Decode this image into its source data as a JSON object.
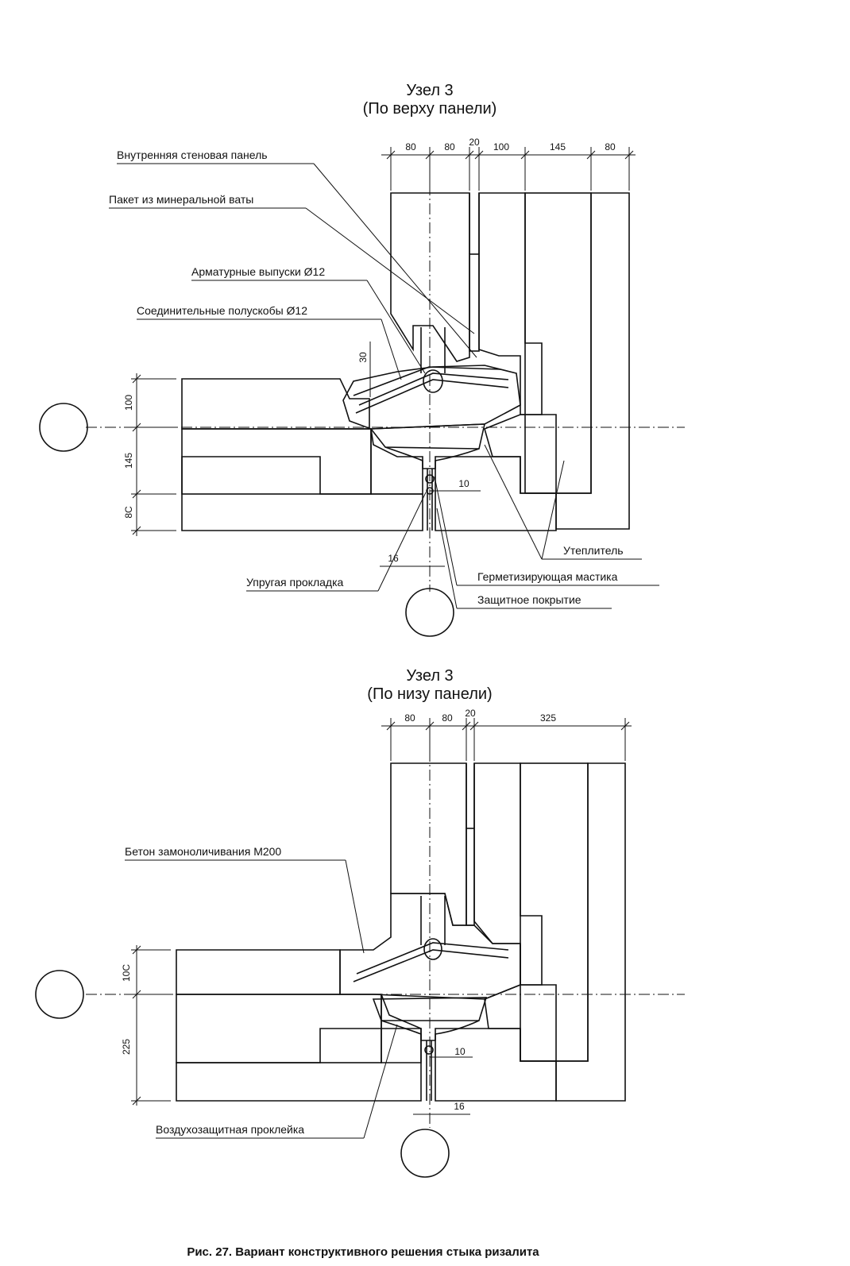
{
  "node_top": {
    "title_line1": "Узел 3",
    "title_line2": "(По верху панели)",
    "dims_top": [
      "80",
      "80",
      "20",
      "100",
      "145",
      "80"
    ],
    "dims_left": [
      "100",
      "145",
      "8C"
    ],
    "dim_gap": "10",
    "dim_joint": "16",
    "dim_30": "30",
    "labels": {
      "inner_panel": "Внутренняя стеновая панель",
      "mineral_wool": "Пакет из минеральной ваты",
      "rebar": "Арматурные выпуски Ø12",
      "half_brackets": "Соединительные полускобы Ø12",
      "insulation": "Утеплитель",
      "mastic": "Герметизирующая мастика",
      "coating": "Защитное покрытие",
      "gasket": "Упругая прокладка"
    }
  },
  "node_bottom": {
    "title_line1": "Узел 3",
    "title_line2": "(По низу панели)",
    "dims_top": [
      "80",
      "80",
      "20",
      "325"
    ],
    "dims_left": [
      "10C",
      "225"
    ],
    "dim_gap": "10",
    "dim_joint": "16",
    "labels": {
      "concrete": "Бетон замоноличивания М200",
      "air_seal": "Воздухозащитная проклейка"
    }
  },
  "caption": "Рис. 27.  Вариант конструктивного решения стыка ризалита",
  "colors": {
    "ink": "#111111",
    "paper": "#ffffff"
  }
}
